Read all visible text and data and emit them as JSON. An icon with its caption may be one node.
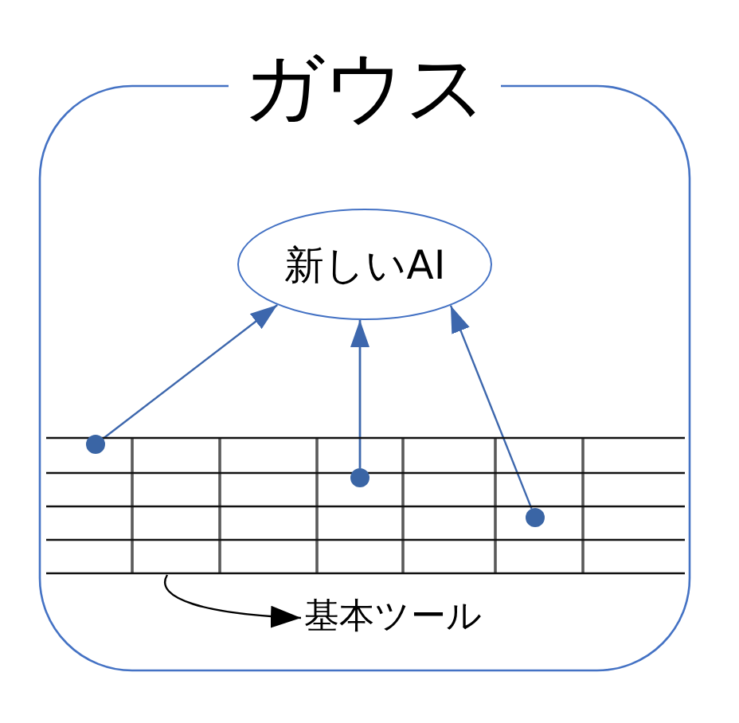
{
  "diagram": {
    "nodes": [
      {
        "text": [
          "ガウス"
        ]
      },
      {
        "text": [
          "新しいAI"
        ],
        "in": 0
      },
      {
        "text": [],
        "shape": "grid",
        "in": 0
      },
      {
        "text": [],
        "shape": "circle",
        "in": 2
      },
      {
        "text": [],
        "shape": "circle",
        "in": 2
      },
      {
        "text": [],
        "shape": "circle",
        "in": 2
      },
      {
        "text": [
          "基本ツール"
        ],
        "in": 0
      }
    ],
    "edges": [
      {
        "from": 3,
        "to": 1,
        "arrow": "to"
      },
      {
        "from": 4,
        "to": 1,
        "arrow": "to"
      },
      {
        "from": 5,
        "to": 1,
        "arrow": "to"
      },
      {
        "from": 2,
        "to": 6,
        "arrow": "to",
        "color": "#000000"
      }
    ]
  }
}
